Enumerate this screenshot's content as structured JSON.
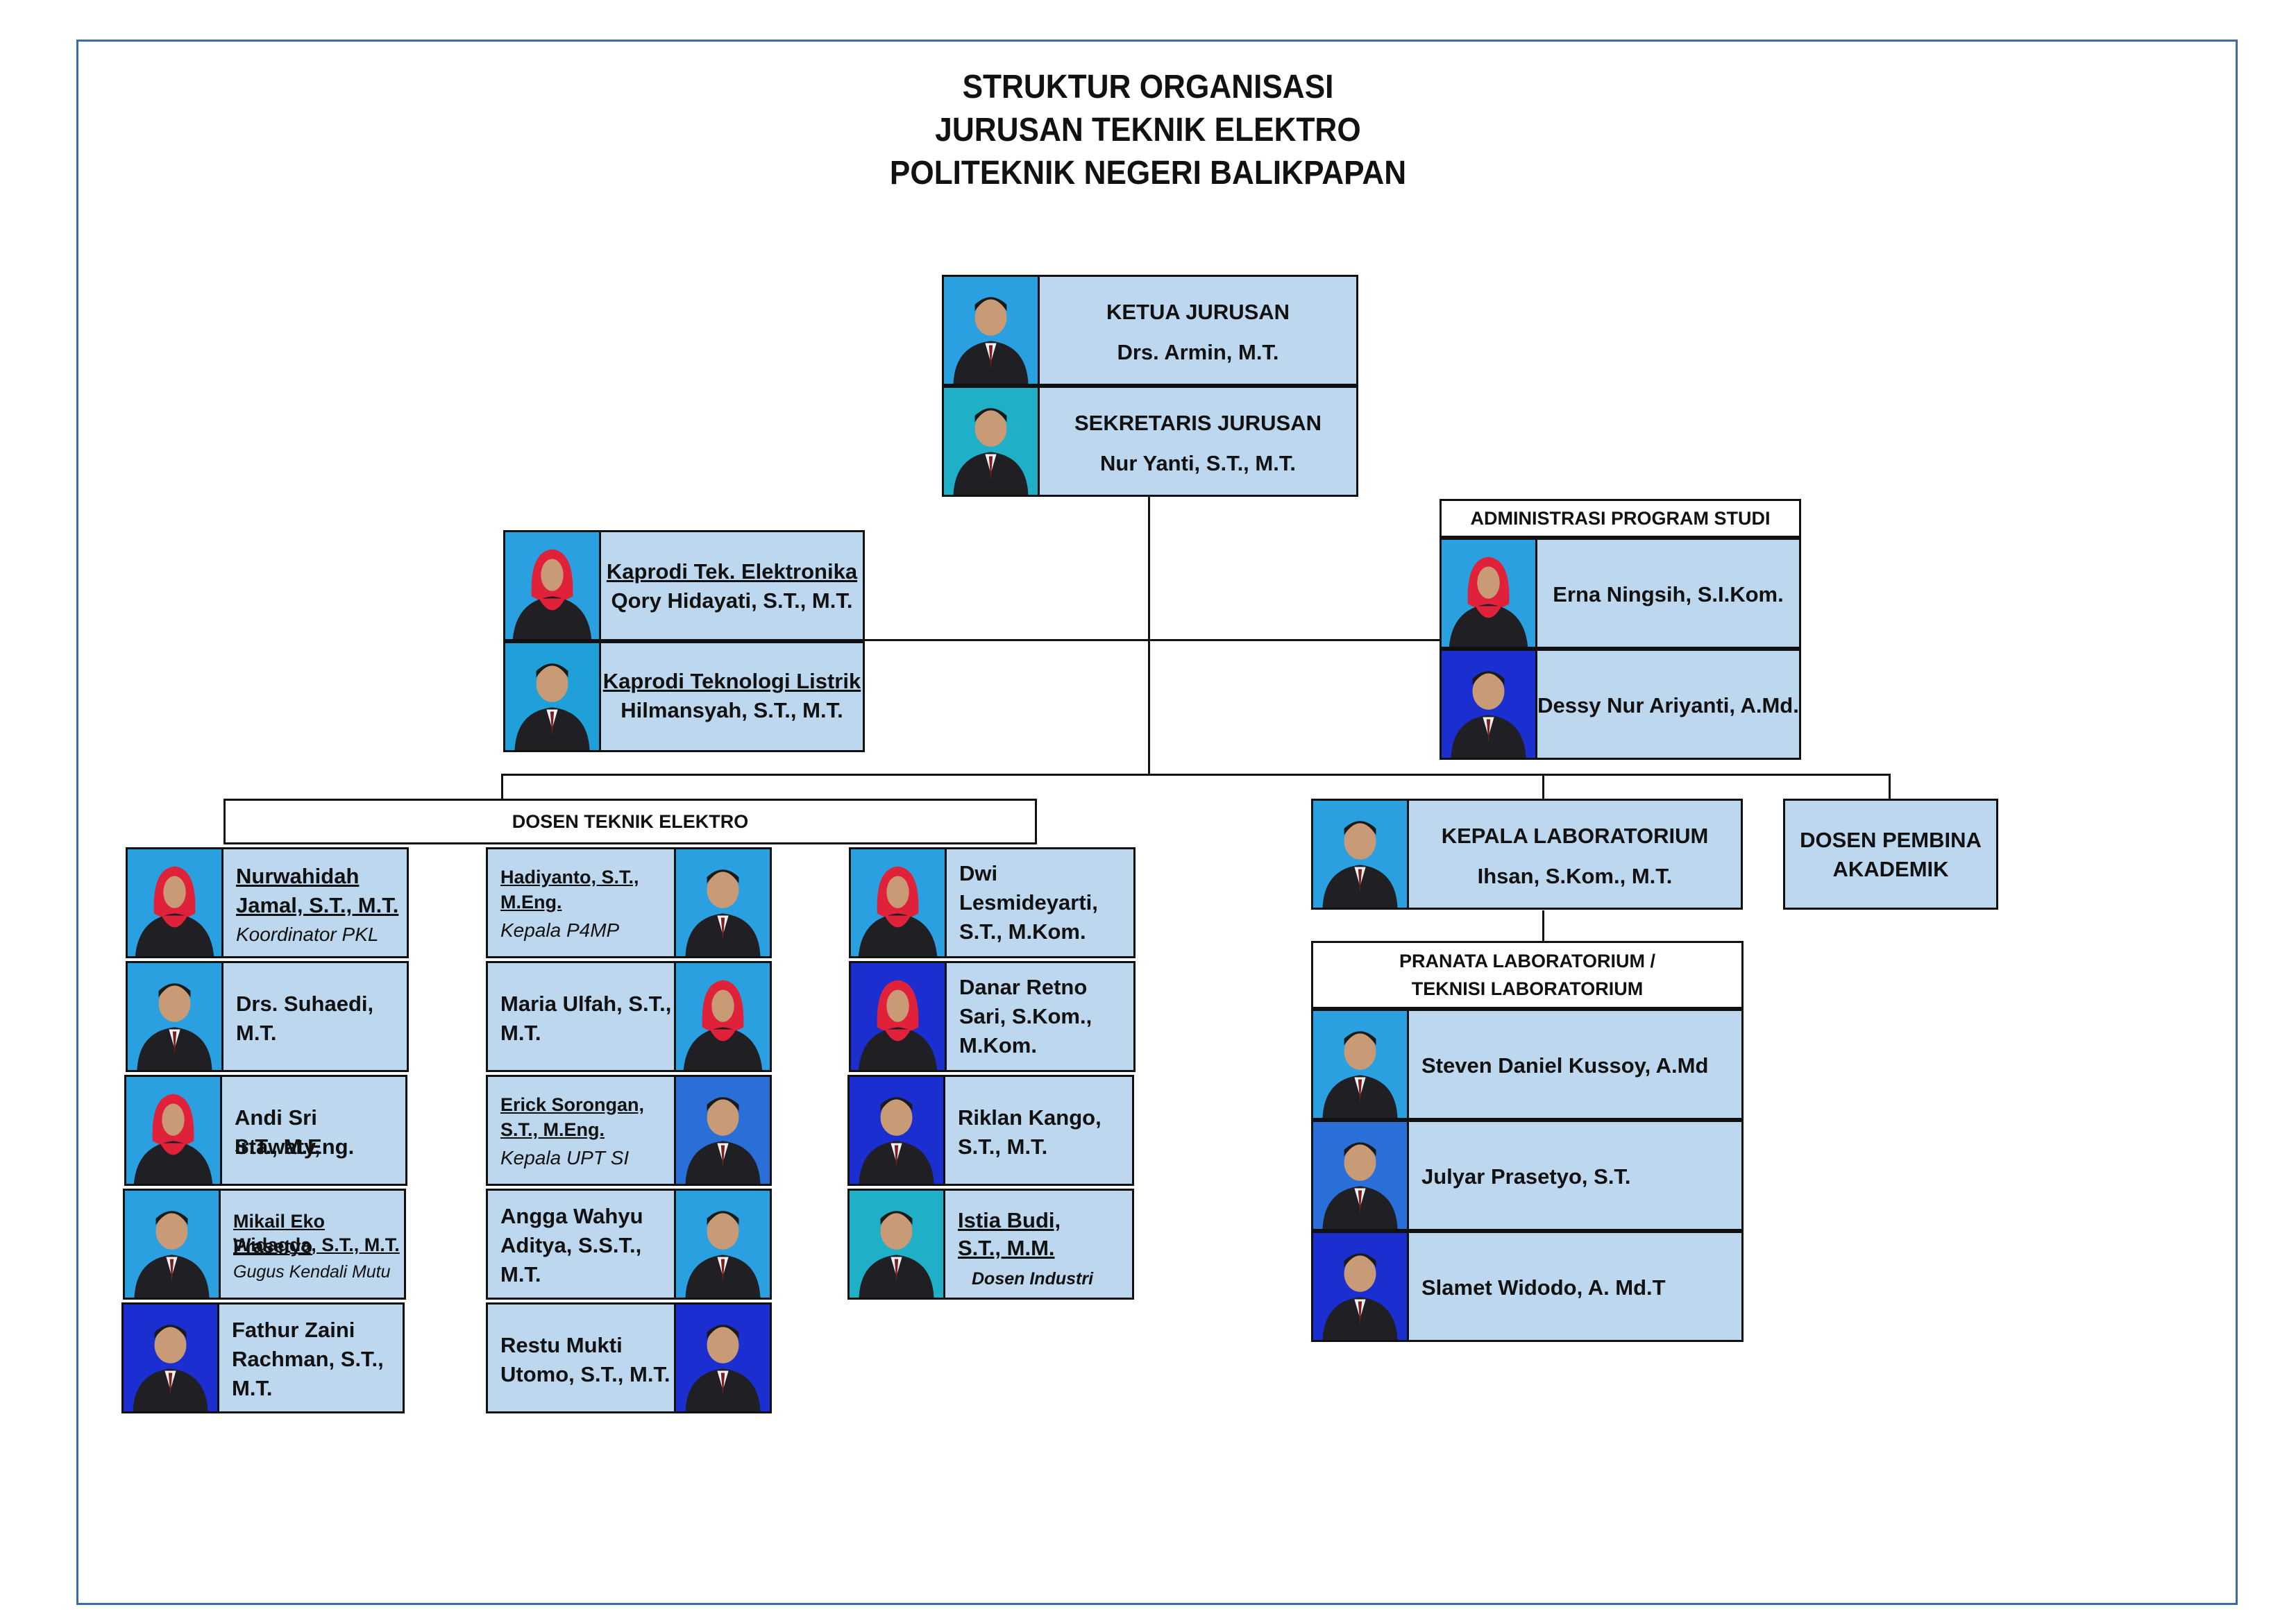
{
  "title": {
    "line1": "STRUKTUR ORGANISASI",
    "line2": "JURUSAN TEKNIK ELEKTRO",
    "line3": "POLITEKNIK NEGERI BALIKPAPAN"
  },
  "ketua": {
    "role": "KETUA JURUSAN",
    "name": "Drs. Armin, M.T."
  },
  "sekretaris": {
    "role": "SEKRETARIS JURUSAN",
    "name": "Nur Yanti, S.T., M.T."
  },
  "kaprodi1": {
    "role": "Kaprodi Tek. Elektronika",
    "name": "Qory Hidayati, S.T., M.T."
  },
  "kaprodi2": {
    "role": "Kaprodi Teknologi Listrik",
    "name": "Hilmansyah, S.T., M.T."
  },
  "admin": {
    "header": "ADMINISTRASI PROGRAM STUDI",
    "staff1": "Erna Ningsih, S.I.Kom.",
    "staff2": "Dessy Nur Ariyanti, A.Md."
  },
  "dosen": {
    "header": "DOSEN TEKNIK ELEKTRO",
    "col1": {
      "p1_l1": "Nurwahidah",
      "p1_l2": "Jamal, S.T., M.T.",
      "p1_note": "Koordinator PKL",
      "p2_l1": "Drs. Suhaedi,",
      "p2_l2": "M.T.",
      "p3_l1": "Andi Sri Irtawaty,",
      "p3_l2": "S.T., M.Eng.",
      "p4_l1": "Mikail Eko Prasetyo",
      "p4_l2": "Widagda, S.T., M.T.",
      "p4_note": "Gugus Kendali Mutu",
      "p5_l1": "Fathur Zaini",
      "p5_l2": "Rachman, S.T.,",
      "p5_l3": "M.T."
    },
    "col2": {
      "p1_l1": "Hadiyanto, S.T.,",
      "p1_l2": "M.Eng.",
      "p1_note": "Kepala P4MP",
      "p2_l1": "Maria Ulfah, S.T.,",
      "p2_l2": "M.T.",
      "p3_l1": "Erick Sorongan,",
      "p3_l2": "S.T., M.Eng.",
      "p3_note": "Kepala UPT SI",
      "p4_l1": "Angga Wahyu",
      "p4_l2": "Aditya, S.S.T.,",
      "p4_l3": "M.T.",
      "p5_l1": "Restu Mukti",
      "p5_l2": "Utomo, S.T., M.T."
    },
    "col3": {
      "p1_l1": "Dwi",
      "p1_l2": "Lesmideyarti,",
      "p1_l3": "S.T., M.Kom.",
      "p2_l1": "Danar Retno",
      "p2_l2": "Sari, S.Kom.,",
      "p2_l3": "M.Kom.",
      "p3_l1": "Riklan Kango,",
      "p3_l2": "S.T., M.T.",
      "p4_l1": "Istia Budi,",
      "p4_l2": "S.T., M.M.",
      "p4_note": "Dosen Industri"
    }
  },
  "lab": {
    "role": "KEPALA LABORATORIUM",
    "name": "Ihsan, S.Kom., M.T.",
    "pembina_l1": "DOSEN PEMBINA",
    "pembina_l2": "AKADEMIK",
    "pranata_l1": "PRANATA LABORATORIUM /",
    "pranata_l2": "TEKNISI LABORATORIUM",
    "tech1": "Steven Daniel Kussoy, A.Md",
    "tech2": "Julyar Prasetyo, S.T.",
    "tech3": "Slamet Widodo, A. Md.T"
  },
  "colors": {
    "box_fill": "#bcd7ee",
    "frame": "#3e6aa8",
    "photo_bg_blue": "#2aa0e0",
    "photo_bg_navy": "#1b2fd0"
  }
}
